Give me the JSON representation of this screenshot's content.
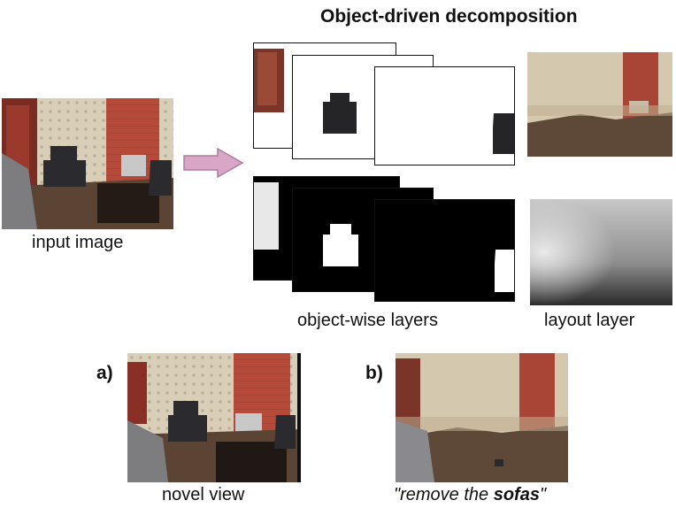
{
  "title": "Object-driven decomposition",
  "labels": {
    "input_image": "input image",
    "object_layers": "object-wise layers",
    "layout_layer": "layout layer",
    "novel_view": "novel view",
    "panel_a": "a)",
    "panel_b": "b)",
    "caption_b_prefix": "\"remove the ",
    "caption_b_bold": "sofas",
    "caption_b_suffix": "\""
  },
  "colors": {
    "arrow": "#d8a6c6",
    "arrow_stroke": "#b07c9c",
    "wall": "#d6ccb5",
    "brick": "#b2493b",
    "floor": "#5a4433",
    "chair": "#2b2b2f"
  },
  "icons": {
    "arrow": "right-arrow-icon"
  }
}
